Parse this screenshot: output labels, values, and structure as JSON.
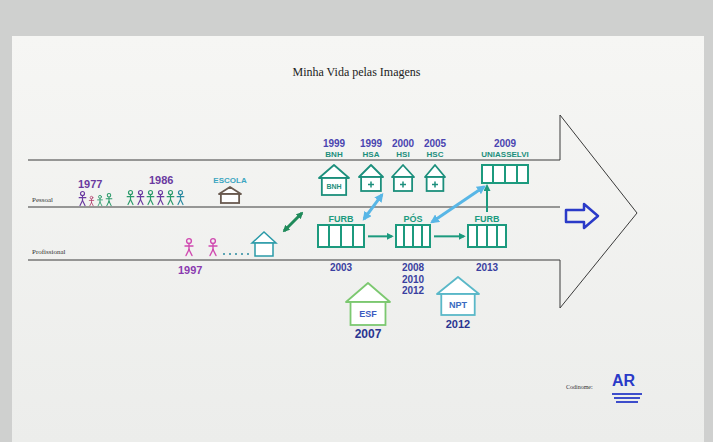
{
  "diagram": {
    "title": "Minha Vida pelas Imagens",
    "nodes": [
      {
        "text": [
          "1999",
          "BNH",
          "BNH"
        ]
      },
      {
        "text": [
          "1999",
          "HSA"
        ]
      },
      {
        "text": [
          "2000",
          "HSI"
        ]
      },
      {
        "text": [
          "2005",
          "HSC"
        ]
      },
      {
        "text": [
          "2009",
          "UNIASSELVI"
        ]
      },
      {
        "text": [
          "FURB",
          "2003"
        ]
      },
      {
        "text": [
          "PÓS",
          "2008 2010 2012"
        ]
      },
      {
        "text": [
          "FURB",
          "2013"
        ]
      },
      {
        "text": [
          "ESF",
          "2007"
        ]
      },
      {
        "text": [
          "NPT",
          "2012"
        ]
      },
      {
        "text": [
          "ESCOLA"
        ]
      }
    ],
    "edges": [
      {
        "from": 5,
        "to": 6,
        "arrow": "to"
      },
      {
        "from": 6,
        "to": 7,
        "arrow": "to"
      },
      {
        "from": 7,
        "to": 4,
        "arrow": "to"
      },
      {
        "from": 5,
        "to": 1,
        "arrow": "both"
      },
      {
        "from": 6,
        "to": 4,
        "arrow": "both"
      }
    ],
    "labels": [
      "1977",
      "1986",
      "1997",
      "Pessoal",
      "Profissional",
      "Codinome:",
      "AR"
    ]
  }
}
